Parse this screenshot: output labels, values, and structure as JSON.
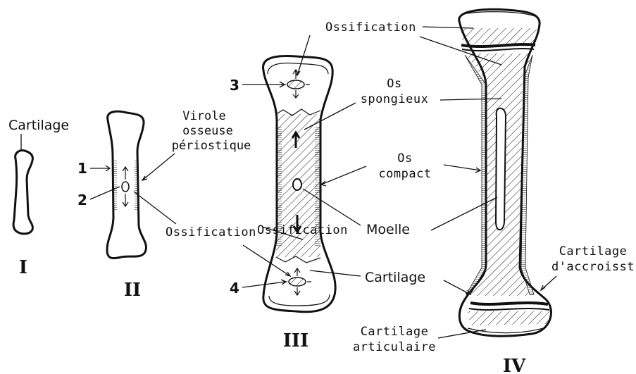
{
  "stages": {
    "s1": "I",
    "s2": "II",
    "s3": "III",
    "s4": "IV"
  },
  "numbers": {
    "n1": "1",
    "n2": "2",
    "n3": "3",
    "n4": "4"
  },
  "labels": {
    "cartilage_1": "Cartilage",
    "virole_1": "Virole",
    "virole_2": "osseuse",
    "virole_3": "périostique",
    "ossification_2": "Ossification",
    "ossification_3": "Ossification",
    "os_spongieux_1": "Os",
    "os_spongieux_2": "spongieux",
    "os_compact_1": "Os",
    "os_compact_2": "compact",
    "moelle": "Moelle",
    "cartilage_3": "Cartilage",
    "cartilage_accroiss_1": "Cartilage",
    "cartilage_accroiss_2": "d'accroisst",
    "cartilage_art_1": "Cartilage",
    "cartilage_art_2": "articulaire"
  }
}
